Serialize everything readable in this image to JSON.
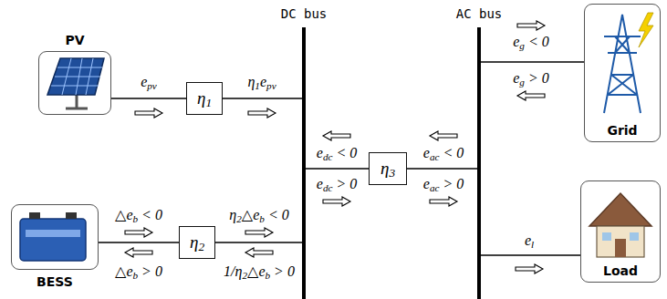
{
  "diagram": {
    "nodes": [
      {
        "text": [
          "PV"
        ]
      },
      {
        "text": [
          "η1"
        ]
      },
      {
        "text": [
          "DC bus"
        ]
      },
      {
        "text": [
          "η3"
        ]
      },
      {
        "text": [
          "AC bus"
        ]
      },
      {
        "text": [
          "Grid"
        ]
      },
      {
        "text": [
          "BESS"
        ]
      },
      {
        "text": [
          "η2"
        ]
      },
      {
        "text": [
          "Load"
        ]
      }
    ],
    "edges": [
      {
        "from": 0,
        "to": 1,
        "arrow": "none",
        "label": "epv"
      },
      {
        "from": 1,
        "to": 2,
        "arrow": "none",
        "label": "η1epv"
      },
      {
        "from": 6,
        "to": 7,
        "arrow": "none",
        "label": "△eb < 0"
      },
      {
        "from": 7,
        "to": 2,
        "arrow": "none",
        "label": "η2△eb < 0"
      },
      {
        "from": 2,
        "to": 3,
        "arrow": "none",
        "label": "edc < 0"
      },
      {
        "from": 3,
        "to": 4,
        "arrow": "none",
        "label": "eac < 0"
      },
      {
        "from": 4,
        "to": 5,
        "arrow": "none",
        "label": "eg < 0"
      },
      {
        "from": 4,
        "to": 8,
        "arrow": "none",
        "label": "el"
      }
    ],
    "labels": [
      "△eb > 0",
      "1/η2△eb > 0",
      "edc > 0",
      "eac > 0",
      "eg > 0"
    ]
  }
}
